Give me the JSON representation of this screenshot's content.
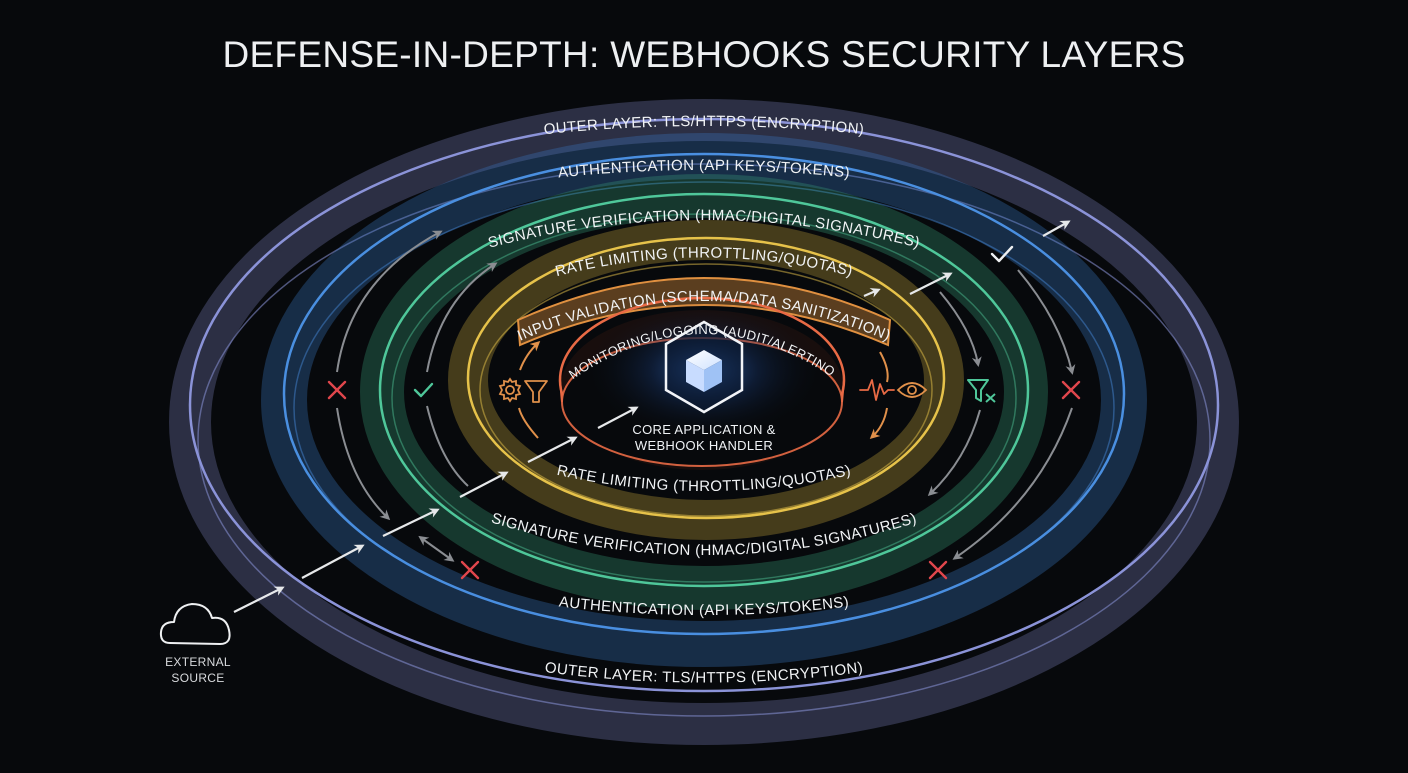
{
  "title": "DEFENSE-IN-DEPTH: WEBHOOKS SECURITY LAYERS",
  "layers": [
    {
      "id": "outer",
      "label": "OUTER LAYER: TLS/HTTPS (ENCRYPTION)",
      "color": "#8b93d8"
    },
    {
      "id": "authentication",
      "label": "AUTHENTICATION (API KEYS/TOKENS)",
      "color": "#4a8fe0"
    },
    {
      "id": "signature",
      "label": "SIGNATURE VERIFICATION (HMAC/DIGITAL SIGNATURES)",
      "color": "#4fc79a"
    },
    {
      "id": "rate-limiting",
      "label": "RATE LIMITING (THROTTLING/QUOTAS)",
      "color": "#e6c24a"
    },
    {
      "id": "input-validation",
      "label": "INPUT VALIDATION (SCHEMA/DATA SANITIZATION)",
      "color": "#e09040"
    },
    {
      "id": "monitoring",
      "label": "MONITORING/LOGGING (AUDIT/ALERTINO)",
      "color": "#e86a45"
    }
  ],
  "core": {
    "line1": "CORE APPLICATION &",
    "line2": "WEBHOOK HANDLER"
  },
  "external_source": {
    "line1": "EXTERNAL",
    "line2": "SOURCE"
  },
  "status_colors": {
    "accept": "#4fc79a",
    "reject": "#e0464c",
    "accept_white": "#eef0f2"
  }
}
